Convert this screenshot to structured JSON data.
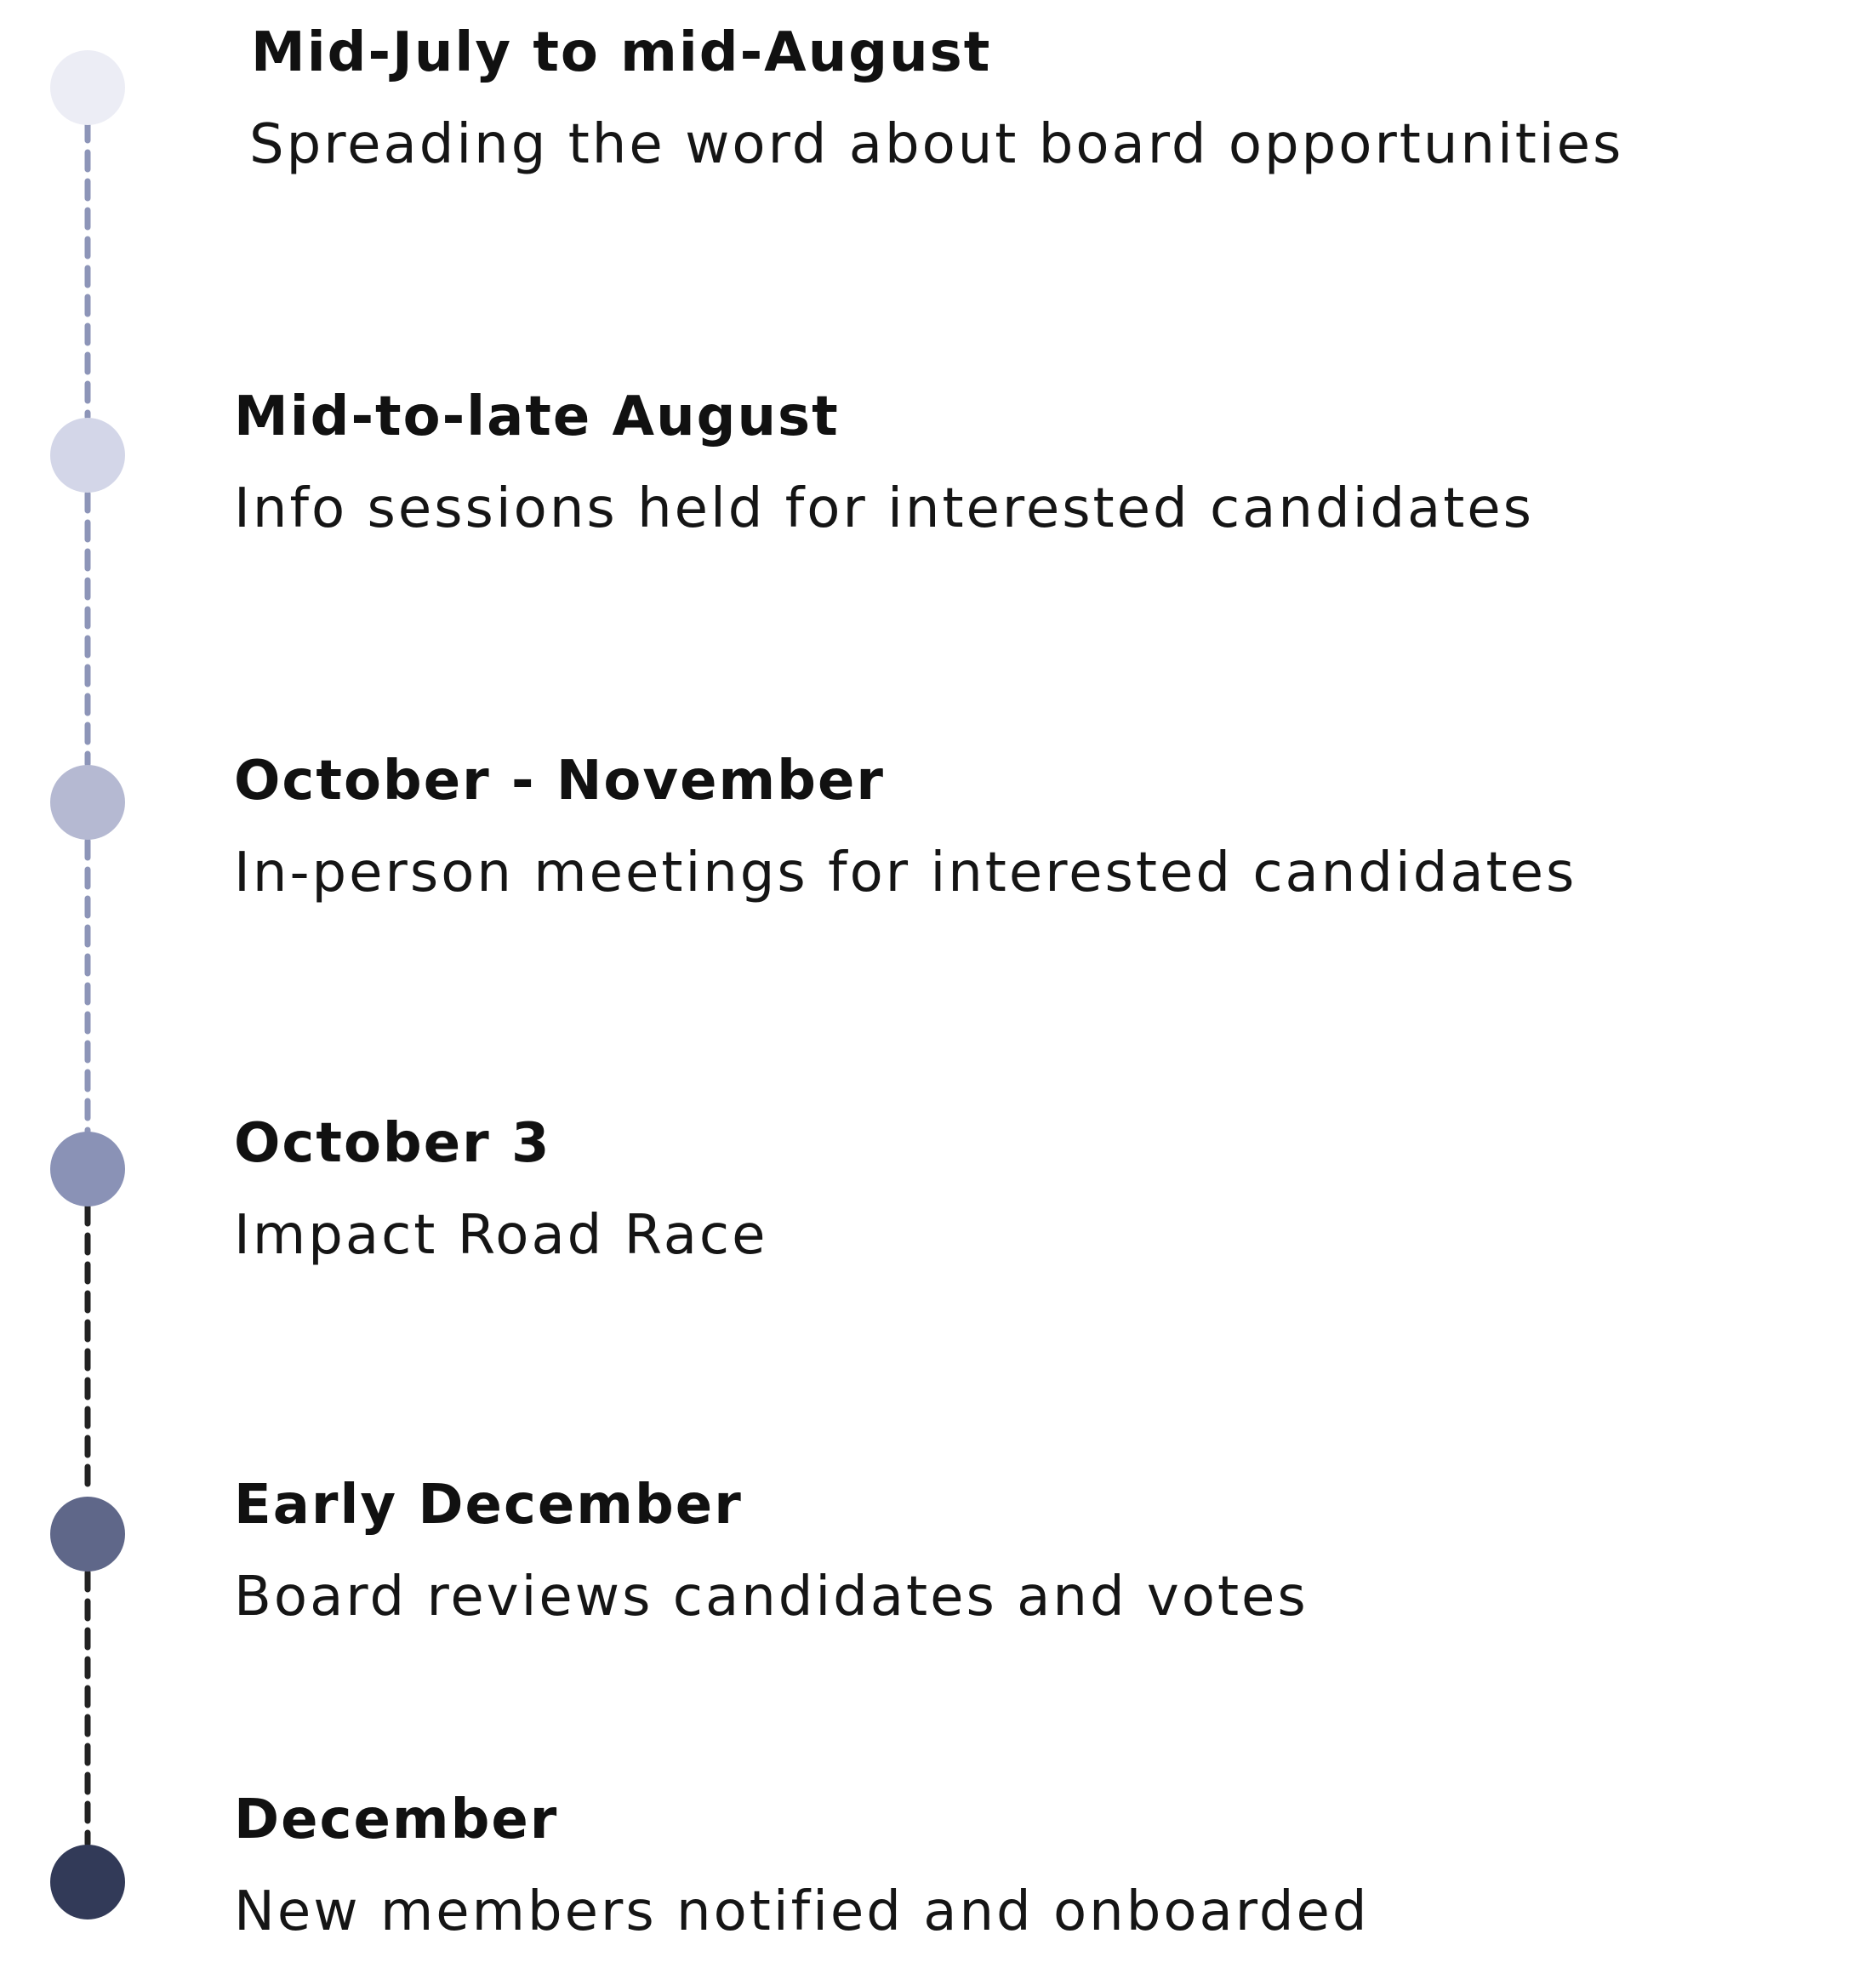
{
  "timeline": {
    "events": [
      {
        "title": "Mid-July to mid-August",
        "description": "Spreading the word about board opportunities",
        "dot_color": "#ecedf5"
      },
      {
        "title": "Mid-to-late August",
        "description": "Info sessions held for interested candidates",
        "dot_color": "#d3d6e8"
      },
      {
        "title": "October - November",
        "description": "In-person meetings for interested candidates",
        "dot_color": "#b5b9d2"
      },
      {
        "title": "October 3",
        "description": "Impact Road Race",
        "dot_color": "#8a92b6"
      },
      {
        "title": "Early December",
        "description": "Board reviews candidates and votes",
        "dot_color": "#5f6789"
      },
      {
        "title": "December",
        "description": "New members notified and onboarded",
        "dot_color": "#323a58"
      }
    ],
    "connector_colors": [
      "#8d95b8",
      "#8d95b8",
      "#8d95b8",
      "#222222",
      "#222222"
    ]
  }
}
